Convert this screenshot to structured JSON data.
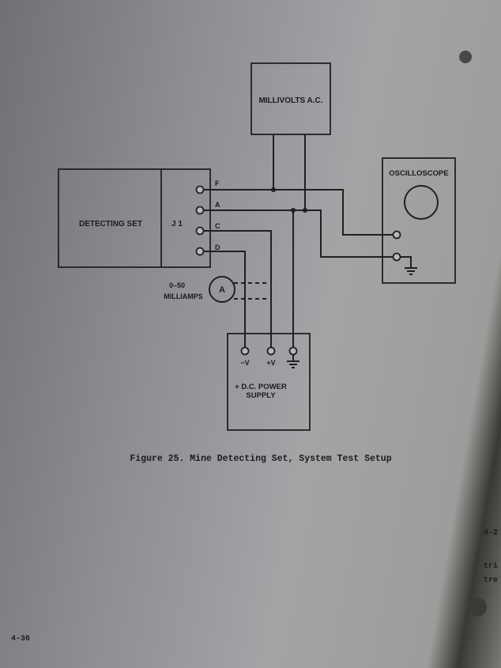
{
  "diagram": {
    "millivolts_label": "MILLIVOLTS A.C.",
    "oscilloscope_label": "OSCILLOSCOPE",
    "detecting_set_label": "DETECTING SET",
    "j1_label": "J 1",
    "pins": [
      "F",
      "A",
      "C",
      "D"
    ],
    "ammeter_symbol": "A",
    "ammeter_range": "0–50",
    "ammeter_unit": "MILLIAMPS",
    "power_supply_line1": "+ D.C. POWER",
    "power_supply_line2": "SUPPLY",
    "terminal_neg": "−V",
    "terminal_pos": "+V"
  },
  "caption": "Figure 25. Mine Detecting Set, System Test Setup",
  "page_number": "4-36",
  "right_margin_fragments": [
    "4-2",
    "tri",
    "tre"
  ]
}
